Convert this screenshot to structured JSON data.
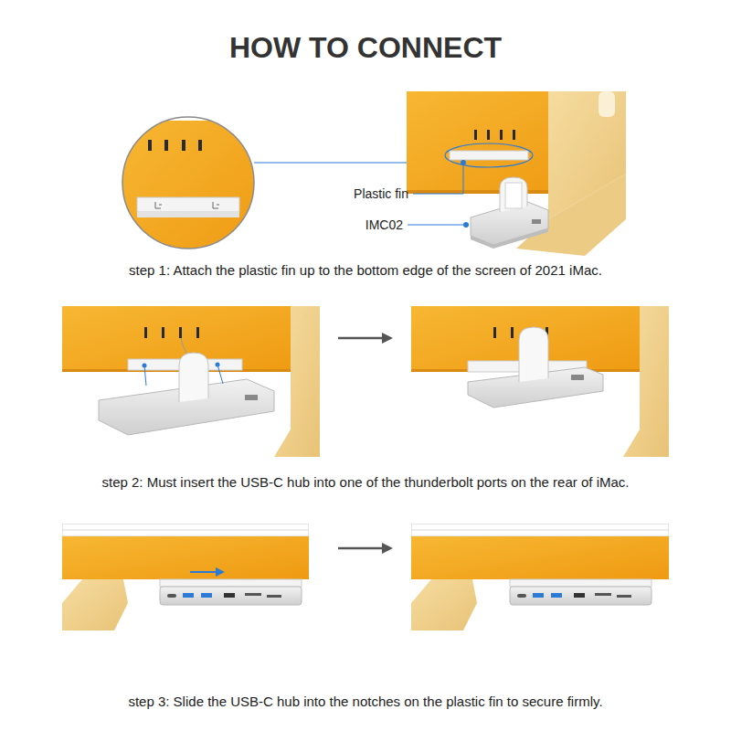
{
  "diagram": {
    "title": "HOW TO CONNECT",
    "labels": [
      "Plastic fin",
      "IMC02",
      "step 1: Attach the plastic fin up to the bottom edge of the screen of 2021 iMac.",
      "step 2: Must insert the USB-C hub into one of the thunderbolt ports on the rear of iMac.",
      "step 3: Slide the USB-C hub into the notches on the plastic fin to secure firmly."
    ]
  }
}
